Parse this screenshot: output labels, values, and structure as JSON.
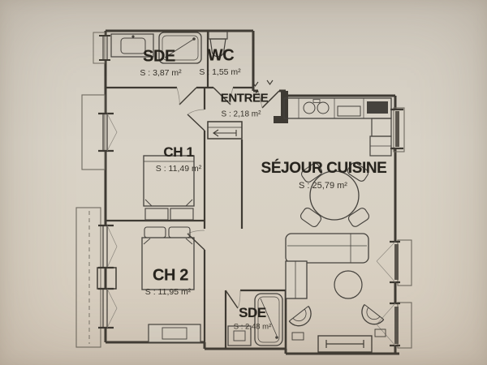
{
  "plan": {
    "type": "apartment-floor-plan",
    "rooms": [
      {
        "id": "sde1",
        "name": "SDE",
        "area": "S : 3,87 m²"
      },
      {
        "id": "wc",
        "name": "WC",
        "area": "S : 1,55 m²"
      },
      {
        "id": "entree",
        "name": "ENTRÉE",
        "area": "S : 2,18 m²"
      },
      {
        "id": "ch1",
        "name": "CH 1",
        "area": "S : 11,49 m²"
      },
      {
        "id": "sejour",
        "name": "SÉJOUR CUISINE",
        "area": "S : 25,79 m²"
      },
      {
        "id": "ch2",
        "name": "CH 2",
        "area": "S : 11,95 m²"
      },
      {
        "id": "sde2",
        "name": "SDE",
        "area": "S : 2,48 m²"
      }
    ],
    "colors": {
      "paper": "#d8d1c4",
      "ink": "#3e3a33",
      "ink_light": "#8a857c",
      "fill_dark": "#45423d"
    }
  }
}
